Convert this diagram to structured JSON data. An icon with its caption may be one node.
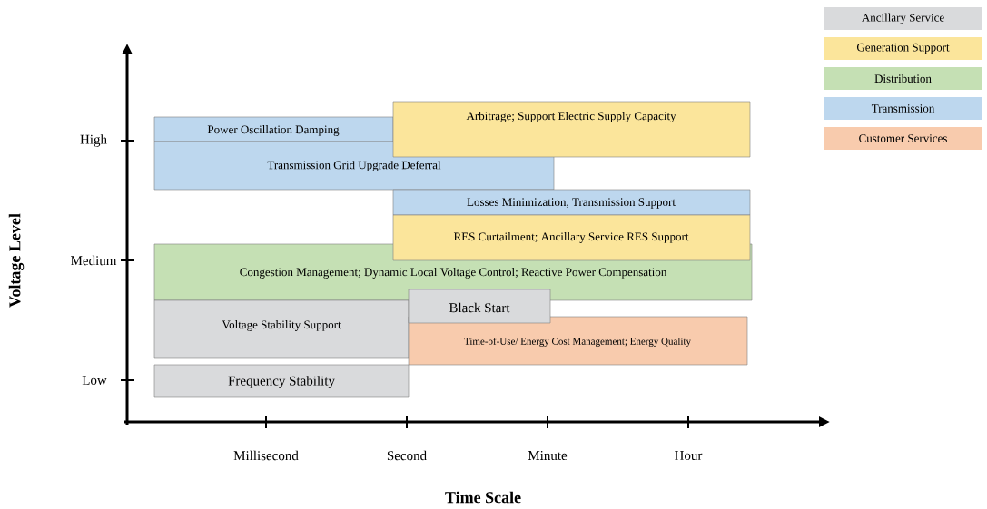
{
  "diagram": {
    "nodes": [
      {
        "text": [
          "Power Oscillation Damping"
        ]
      },
      {
        "text": [
          "Arbitrage; Support Electric Supply Capacity"
        ]
      },
      {
        "text": [
          "Transmission Grid Upgrade Deferral"
        ]
      },
      {
        "text": [
          "Losses Minimization, Transmission Support"
        ]
      },
      {
        "text": [
          "RES Curtailment; Ancillary Service RES Support"
        ]
      },
      {
        "text": [
          "Congestion Management; Dynamic Local Voltage Control; Reactive Power Compensation"
        ]
      },
      {
        "text": [
          "Black Start"
        ]
      },
      {
        "text": [
          "Voltage Stability Support"
        ]
      },
      {
        "text": [
          "Time-of-Use/ Energy Cost Management; Energy Quality"
        ]
      },
      {
        "text": [
          "Frequency Stability"
        ]
      }
    ],
    "edges": [],
    "labels": [
      "High",
      "Medium",
      "Low",
      "Voltage Level",
      "Millisecond",
      "Second",
      "Minute",
      "Hour",
      "Time Scale"
    ],
    "legend": [
      {
        "text": "Ancillary Service",
        "color": "#d9dadc"
      },
      {
        "text": "Generation Support",
        "color": "#fbe59b"
      },
      {
        "text": "Distribution",
        "color": "#c5e0b4"
      },
      {
        "text": "Transmission",
        "color": "#bdd7ee"
      },
      {
        "text": "Customer Services",
        "color": "#f8cbad"
      }
    ]
  }
}
